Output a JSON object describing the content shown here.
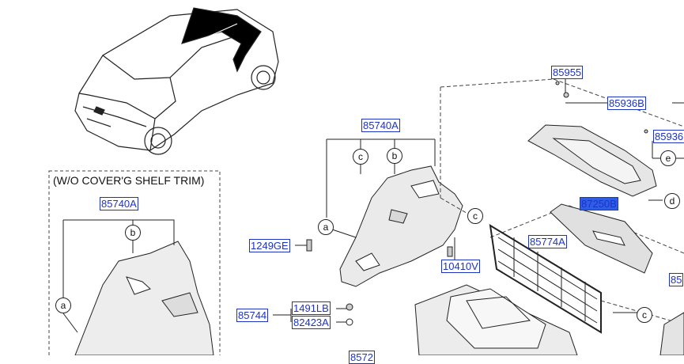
{
  "inset": {
    "title": "(W/O COVER'G SHELF TRIM)"
  },
  "parts": {
    "p85955": "85955",
    "p85936B": "85936B",
    "p85936_2": "85936",
    "p85740A_main": "85740A",
    "p85740A_inset": "85740A",
    "p87250B": "87250B",
    "p85774A": "85774A",
    "p1249GE": "1249GE",
    "p10410V": "10410V",
    "p85744": "85744",
    "p1491LB": "1491LB",
    "p82423A": "82423A",
    "p85_edge": "85",
    "p_bottom": "8572"
  },
  "callouts": {
    "c_main": "c",
    "b_main": "b",
    "a_main": "a",
    "c_right": "c",
    "e_right": "e",
    "d_right": "d",
    "c_lower": "c",
    "b_inset": "b",
    "a_inset": "a"
  },
  "colors": {
    "label": "#1d33c4",
    "highlight": "#2f5de8",
    "line": "#222222"
  }
}
